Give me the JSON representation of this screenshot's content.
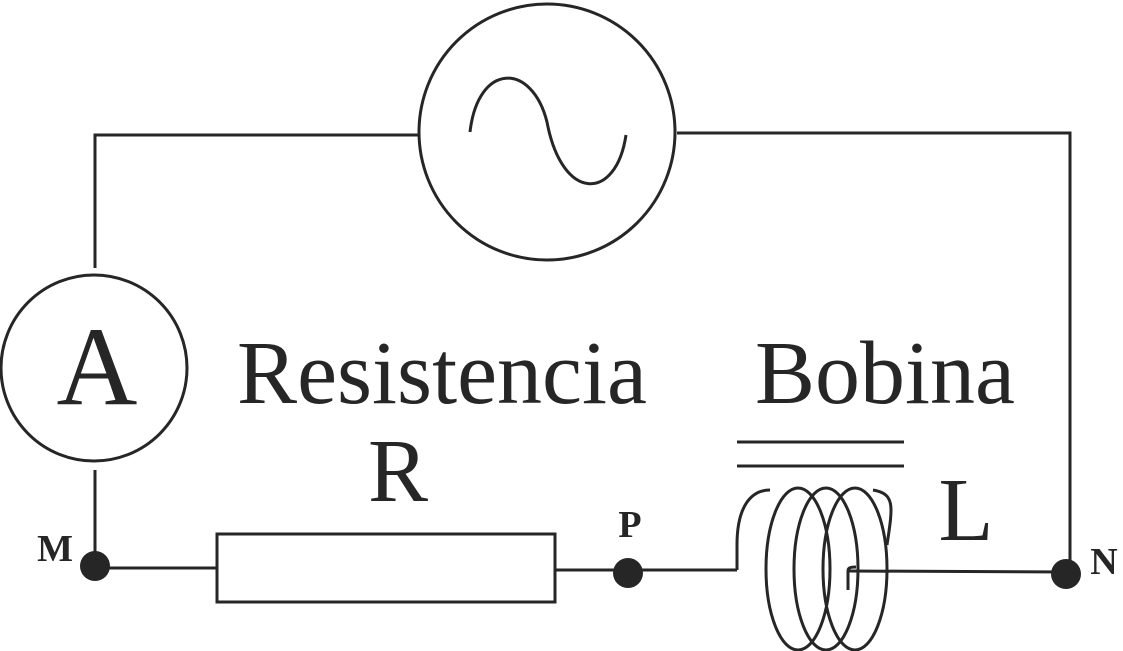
{
  "diagram": {
    "ammeter_symbol": "A",
    "resistor_caption": "Resistencia",
    "resistor_symbol": "R",
    "coil_caption": "Bobina",
    "coil_symbol": "L",
    "nodes": {
      "m": "M",
      "p": "P",
      "n": "N"
    },
    "source_icon": "ac-sine-icon",
    "colors": {
      "ink": "#262626",
      "background": "#ffffff"
    }
  }
}
